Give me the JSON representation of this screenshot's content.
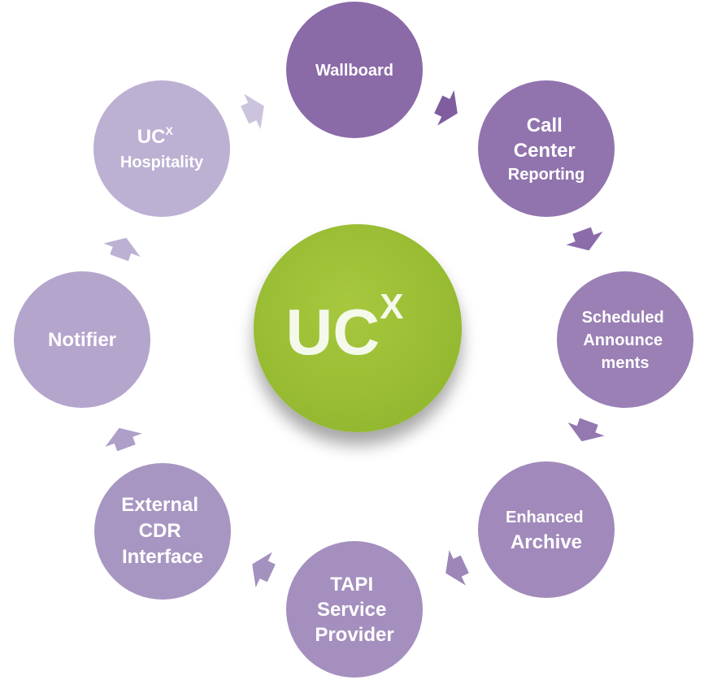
{
  "center": {
    "label": "UC",
    "superscript": "X",
    "color": "#9bbe34"
  },
  "nodes": [
    {
      "id": "wallboard",
      "lines": [
        "Wallboard"
      ],
      "color": "#8b6aa8"
    },
    {
      "id": "call-center-reporting",
      "lines": [
        "Call",
        "Center",
        "Reporting"
      ],
      "color": "#9174ae"
    },
    {
      "id": "scheduled-announcements",
      "lines": [
        "Scheduled",
        "Announce",
        "ments"
      ],
      "color": "#9a80b5"
    },
    {
      "id": "enhanced-archive",
      "lines": [
        "Enhanced",
        "Archive"
      ],
      "color": "#a18abb"
    },
    {
      "id": "tapi-service-provider",
      "lines": [
        "TAPI",
        "Service",
        "Provider"
      ],
      "color": "#a48fbe"
    },
    {
      "id": "external-cdr-interface",
      "lines": [
        "External",
        "CDR",
        "Interface"
      ],
      "color": "#a896c2"
    },
    {
      "id": "notifier",
      "lines": [
        "Notifier"
      ],
      "color": "#b4a5cc"
    },
    {
      "id": "ucx-hospitality",
      "lines": [
        "UC",
        "Hospitality"
      ],
      "superscript": "X",
      "color": "#bcb0d3"
    }
  ],
  "arrow_colors": [
    "#7f5d9f",
    "#8c6cab",
    "#9479b1",
    "#9d87b8",
    "#a391bf",
    "#ad9fc8",
    "#bdb1d3",
    "#ccc3dd"
  ]
}
